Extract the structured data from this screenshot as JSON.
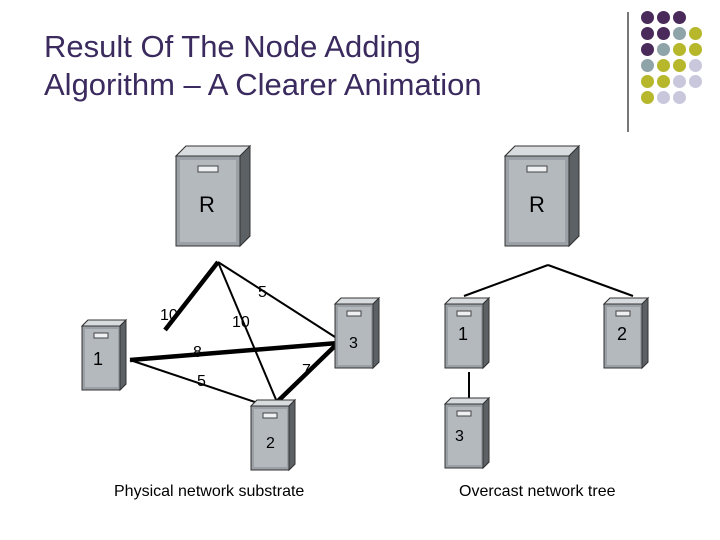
{
  "title": {
    "line1": "Result Of The Node Adding",
    "line2": "Algorithm – A Clearer Animation"
  },
  "colors": {
    "title": "#3a2a5e",
    "purple": "#4a2a5a",
    "teal": "#8fa4a8",
    "olive": "#b6b72b",
    "lavender": "#c9c7db"
  },
  "physical": {
    "caption": "Physical network substrate",
    "root_label": "R",
    "node1_label": "1",
    "node2_label": "2",
    "node3_label": "3",
    "weights": {
      "r_to_3": "5",
      "r_to_1": "10",
      "r_to_2": "10",
      "n1_to_3": "8",
      "n1_to_2": "5",
      "n3_to_2": "7"
    }
  },
  "overcast": {
    "caption": "Overcast network tree",
    "root_label": "R",
    "node1_label": "1",
    "node2_label": "2",
    "node3_label": "3"
  }
}
